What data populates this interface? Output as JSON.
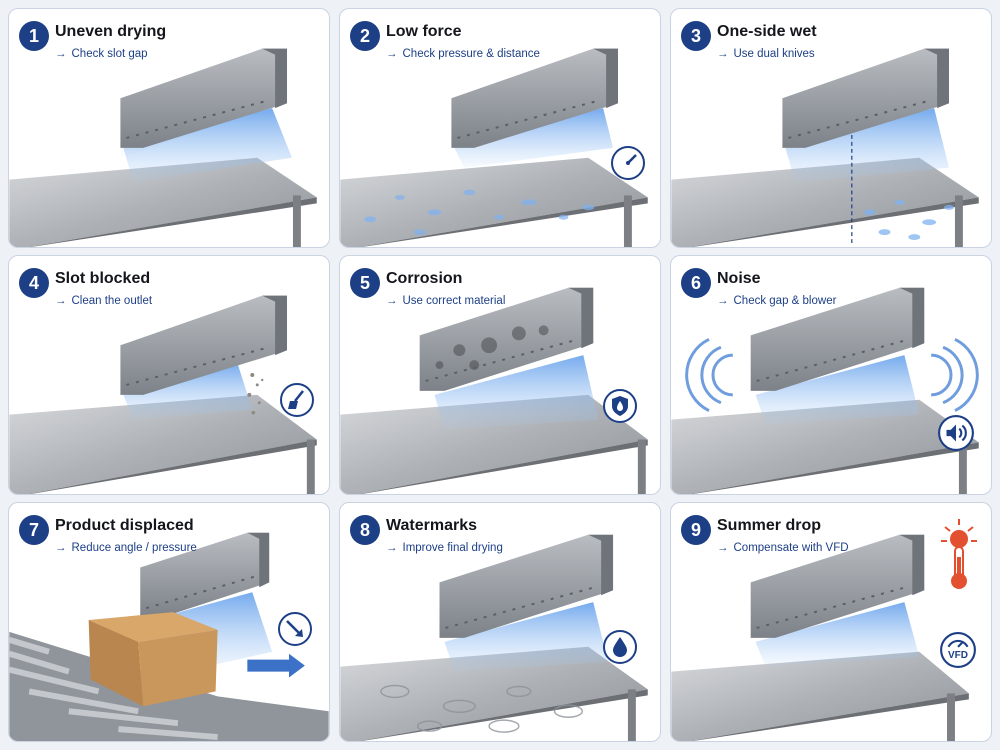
{
  "cards": [
    {
      "num": "1",
      "title": "Uneven drying",
      "hint": "Check slot gap",
      "arrow": "→",
      "icon": "none"
    },
    {
      "num": "2",
      "title": "Low force",
      "hint": "Check pressure & distance",
      "arrow": "→",
      "icon": "pressure-gauge-icon"
    },
    {
      "num": "3",
      "title": "One-side wet",
      "hint": "Use dual knives",
      "arrow": "→",
      "icon": "none"
    },
    {
      "num": "4",
      "title": "Slot blocked",
      "hint": "Clean the outlet",
      "arrow": "→",
      "icon": "cleaning-brush-icon"
    },
    {
      "num": "5",
      "title": "Corrosion",
      "hint": "Use correct material",
      "arrow": "→",
      "icon": "shield-droplet-icon"
    },
    {
      "num": "6",
      "title": "Noise",
      "hint": "Check gap & blower",
      "arrow": "→",
      "icon": "speaker-icon"
    },
    {
      "num": "7",
      "title": "Product displaced",
      "hint": "Reduce angle / pressure",
      "arrow": "→",
      "icon": "angle-arrow-icon"
    },
    {
      "num": "8",
      "title": "Watermarks",
      "hint": "Improve final drying",
      "arrow": "→",
      "icon": "water-drop-icon"
    },
    {
      "num": "9",
      "title": "Summer drop",
      "hint": "Compensate with VFD",
      "arrow": "→",
      "icon": "thermometer-icon",
      "extra_label": "VFD"
    }
  ],
  "colors": {
    "badge": "#1d3f86",
    "accent": "#1d3f86",
    "air": "#7fb2f0",
    "steel": "#9ea3a9",
    "hot": "#e2502f"
  }
}
